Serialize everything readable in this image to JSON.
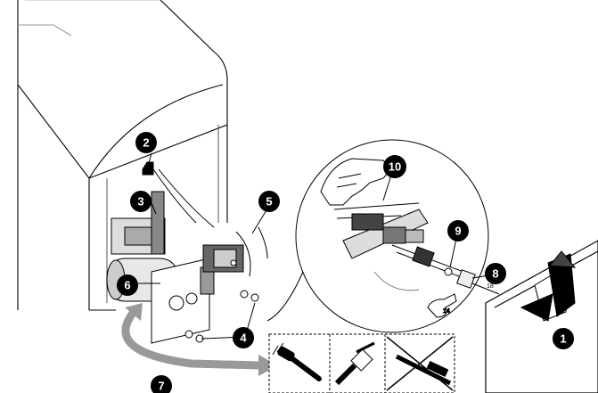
{
  "callouts": [
    {
      "id": "1",
      "label": "1"
    },
    {
      "id": "2",
      "label": "2"
    },
    {
      "id": "3",
      "label": "3"
    },
    {
      "id": "4",
      "label": "4"
    },
    {
      "id": "5",
      "label": "5"
    },
    {
      "id": "6",
      "label": "6"
    },
    {
      "id": "7",
      "label": "7"
    },
    {
      "id": "8",
      "label": "8"
    },
    {
      "id": "9",
      "label": "9"
    },
    {
      "id": "10",
      "label": "10"
    }
  ],
  "wrench_sizes": {
    "left": "14",
    "right": "18"
  },
  "icons": {
    "panel": "service-panel-icon",
    "lift_arrow": "lift-up-arrow-icon",
    "brush": "brush-icon",
    "scraper": "scraper-icon",
    "wire_brush": "wire-brush-forbidden-icon",
    "hand": "hand-icon",
    "wrench": "wrench-icon"
  }
}
